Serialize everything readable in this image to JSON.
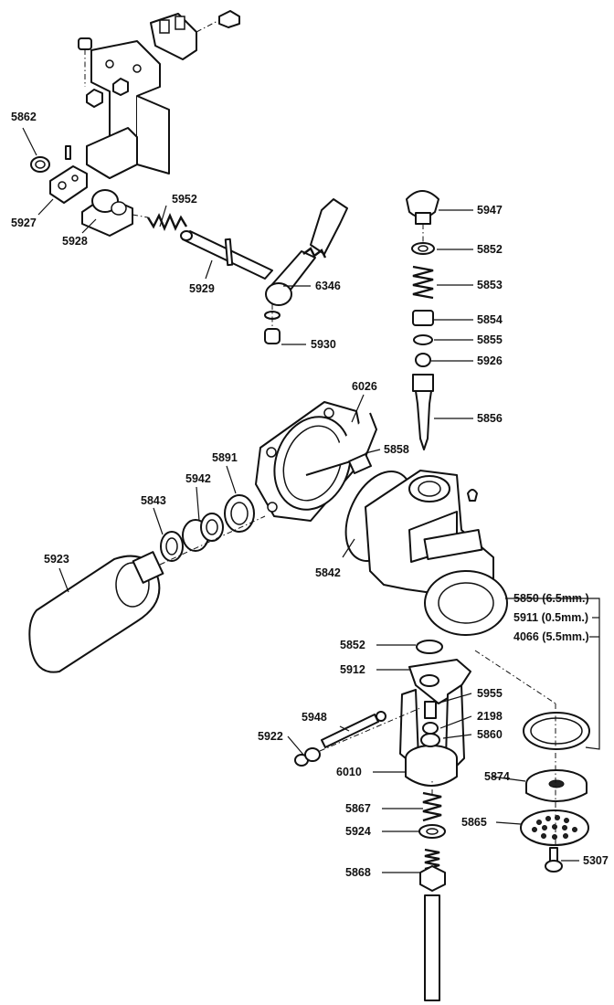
{
  "diagram": {
    "callouts": {
      "p5862": "5862",
      "p5927": "5927",
      "p5928": "5928",
      "p5952": "5952",
      "p5929": "5929",
      "p6346": "6346",
      "p5930": "5930",
      "p5947": "5947",
      "p5852a": "5852",
      "p5853": "5853",
      "p5854": "5854",
      "p5855": "5855",
      "p5926": "5926",
      "p5856": "5856",
      "p6026": "6026",
      "p5858": "5858",
      "p5891": "5891",
      "p5942": "5942",
      "p5843": "5843",
      "p5923": "5923",
      "p5842": "5842",
      "p5850": "5850 (6.5mm.)",
      "p5911": "5911 (0.5mm.)",
      "p4066": "4066 (5.5mm.)",
      "p5852b": "5852",
      "p5912": "5912",
      "p5955": "5955",
      "p2198": "2198",
      "p5860": "5860",
      "p5948": "5948",
      "p5922": "5922",
      "p6010": "6010",
      "p5874": "5874",
      "p5867": "5867",
      "p5924": "5924",
      "p5865": "5865",
      "p5307": "5307",
      "p5868": "5868"
    }
  }
}
